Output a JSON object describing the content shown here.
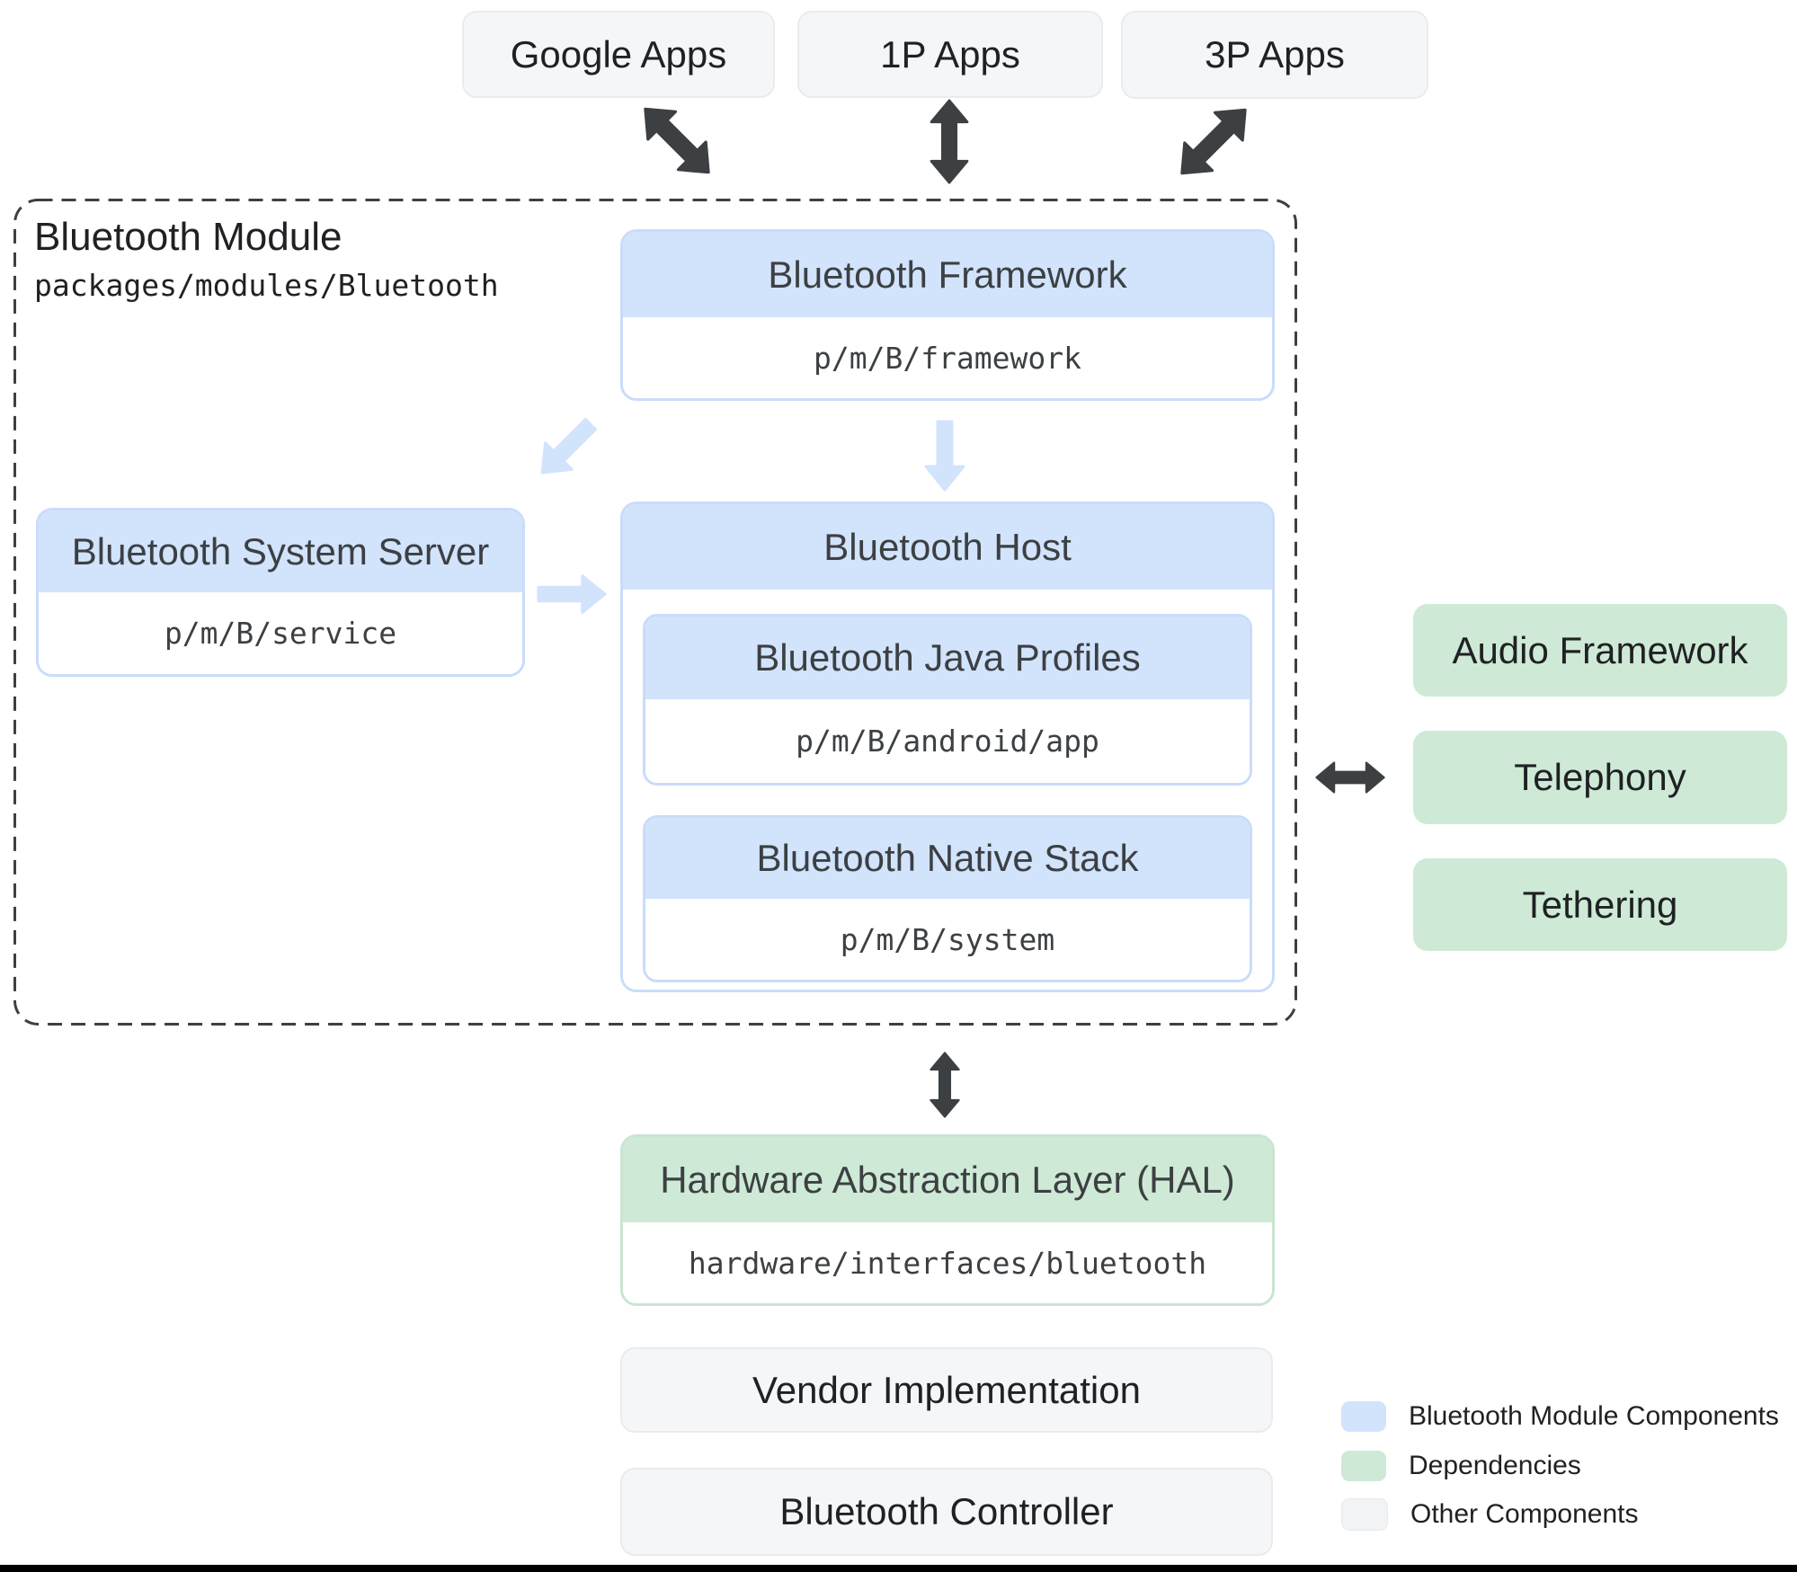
{
  "top_apps": [
    {
      "label": "Google Apps"
    },
    {
      "label": "1P Apps"
    },
    {
      "label": "3P Apps"
    }
  ],
  "module": {
    "title": "Bluetooth Module",
    "path": "packages/modules/Bluetooth",
    "framework": {
      "title": "Bluetooth Framework",
      "path": "p/m/B/framework"
    },
    "system_server": {
      "title": "Bluetooth System Server",
      "path": "p/m/B/service"
    },
    "host": {
      "title": "Bluetooth Host",
      "java_profiles": {
        "title": "Bluetooth Java Profiles",
        "path": "p/m/B/android/app"
      },
      "native_stack": {
        "title": "Bluetooth Native Stack",
        "path": "p/m/B/system"
      }
    }
  },
  "dependencies": [
    {
      "label": "Audio Framework"
    },
    {
      "label": "Telephony"
    },
    {
      "label": "Tethering"
    }
  ],
  "hal": {
    "title": "Hardware Abstraction Layer (HAL)",
    "path": "hardware/interfaces/bluetooth"
  },
  "vendor": {
    "label": "Vendor Implementation"
  },
  "controller": {
    "label": "Bluetooth Controller"
  },
  "legend": [
    {
      "label": "Bluetooth Module Components",
      "color": "#D2E3FC"
    },
    {
      "label": "Dependencies",
      "color": "#CEEAD6"
    },
    {
      "label": "Other Components",
      "color": "#F1F3F4"
    }
  ],
  "colors": {
    "module_component_fill": "#D2E3FC",
    "dependency_fill": "#CEEAD6",
    "other_component_fill": "#F5F6F8",
    "dark_arrow": "#3C4043",
    "light_arrow": "#D2E3FC",
    "dashed_border": "#3C4043",
    "header_text": "#3C4043",
    "body_text": "#202124"
  }
}
